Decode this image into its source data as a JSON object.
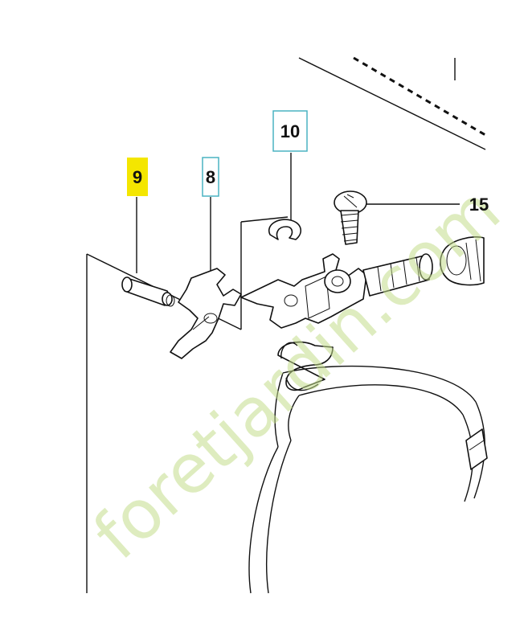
{
  "callouts": {
    "part_9": "9",
    "part_8": "8",
    "part_10": "10",
    "part_15": "15"
  },
  "colors": {
    "highlight": "#f4e600",
    "callout_box_border": "#4ab3c2",
    "line": "#111111",
    "watermark_green": "#c3dc8a",
    "watermark_orange": "#f4c07a"
  },
  "watermark": {
    "text": "foretjardin.com"
  }
}
